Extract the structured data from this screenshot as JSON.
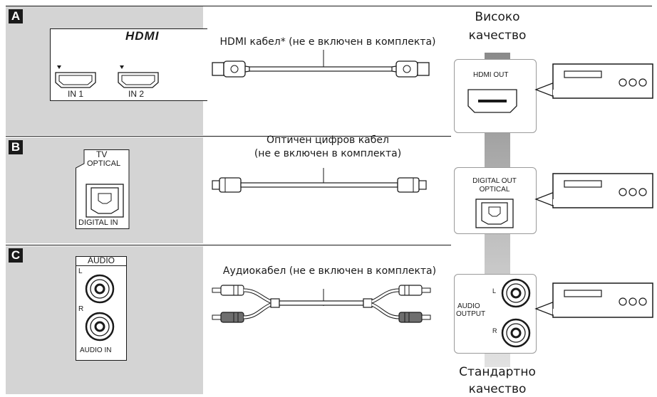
{
  "sections": [
    {
      "badge": "A",
      "tv_logo": "HDMI",
      "tv_ports": [
        "IN 1",
        "IN 2"
      ],
      "cable_label": "HDMI кабел* (не е включен в комплекта)",
      "player_port": "HDMI OUT"
    },
    {
      "badge": "B",
      "tv_label": "TV",
      "tv_sublabel": "OPTICAL",
      "tv_port": "DIGITAL IN",
      "cable_label_line1": "Оптичен цифров кабел",
      "cable_label_line2": "(не е включен в комплекта)",
      "player_port_line1": "DIGITAL OUT",
      "player_port_line2": "OPTICAL"
    },
    {
      "badge": "C",
      "tv_label": "AUDIO",
      "tv_left": "L",
      "tv_right": "R",
      "tv_port": "AUDIO IN",
      "cable_label": "Аудиокабел (не е включен в комплекта)",
      "player_port_line1": "AUDIO",
      "player_port_line2": "OUTPUT",
      "player_left": "L",
      "player_right": "R"
    }
  ],
  "quality": {
    "high_line1": "Високо",
    "high_line2": "качество",
    "standard_line1": "Стандартно",
    "standard_line2": "качество"
  }
}
